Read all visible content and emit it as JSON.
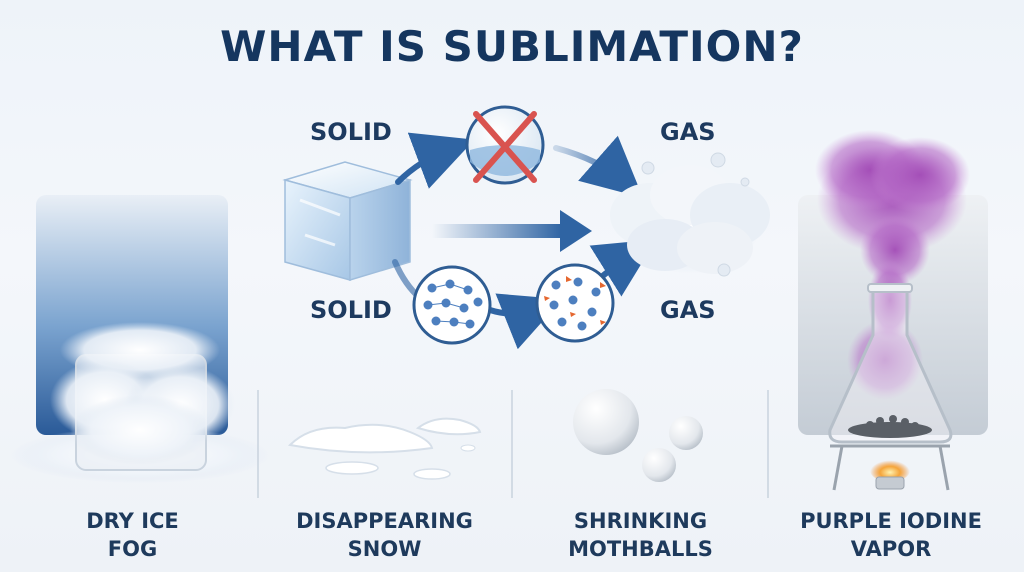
{
  "title": "WHAT IS SUBLIMATION?",
  "top_row": {
    "left_label": "SOLID",
    "right_label": "GAS",
    "middle_icon": "crossed-out-liquid-beaker-icon"
  },
  "bottom_row": {
    "left_label": "SOLID",
    "right_label": "GAS"
  },
  "examples": [
    {
      "line1": "DRY ICE",
      "line2": "FOG"
    },
    {
      "line1": "DISAPPEARING",
      "line2": "SNOW"
    },
    {
      "line1": "SHRINKING",
      "line2": "MOTHBALLS"
    },
    {
      "line1": "PURPLE IODINE",
      "line2": "VAPOR"
    }
  ],
  "colors": {
    "title": "#15365f",
    "arrow": "#2f64a3",
    "cross": "#d9534f",
    "iodine_vapor": "#a24bb6"
  }
}
